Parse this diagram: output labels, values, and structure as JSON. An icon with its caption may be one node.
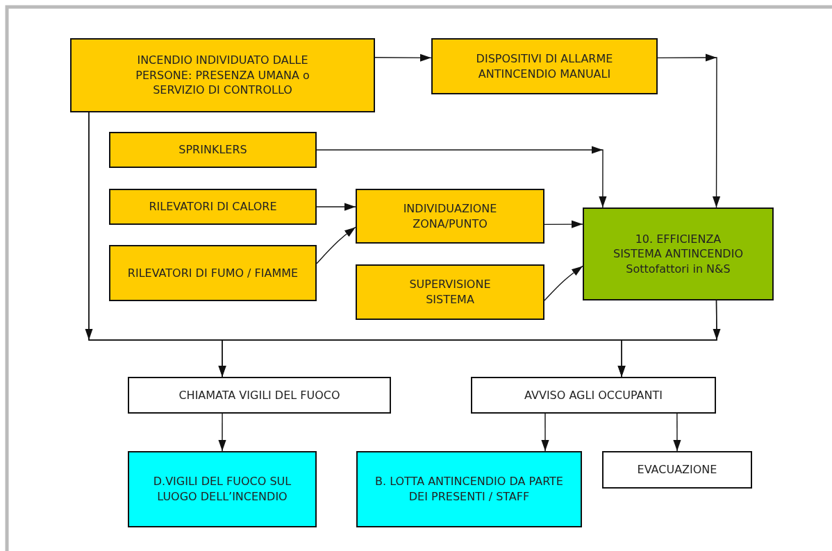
{
  "diagram": {
    "nodes": [
      {
        "text": [
          "INCENDIO INDIVIDUATO DALLE PERSONE: PRESENZA UMANA o SERVIZIO DI CONTROLLO"
        ]
      },
      {
        "text": [
          "DISPOSITIVI DI ALLARME ANTINCENDIO MANUALI"
        ]
      },
      {
        "text": [
          "SPRINKLERS"
        ]
      },
      {
        "text": [
          "RILEVATORI DI CALORE"
        ]
      },
      {
        "text": [
          "RILEVATORI DI FUMO / FIAMME"
        ]
      },
      {
        "text": [
          "INDIVIDUAZIONE ZONA/PUNTO"
        ]
      },
      {
        "text": [
          "SUPERVISIONE SISTEMA"
        ]
      },
      {
        "text": [
          "10. EFFICIENZA SISTEMA ANTINCENDIO Sottofattori in N&S"
        ]
      },
      {
        "text": [
          "CHIAMATA VIGILI DEL FUOCO"
        ]
      },
      {
        "text": [
          "AVVISO AGLI OCCUPANTI"
        ]
      },
      {
        "text": [
          "D.VIGILI DEL FUOCO SUL LUOGO DELL’INCENDIO"
        ]
      },
      {
        "text": [
          "B. LOTTA ANTINCENDIO DA PARTE DEI PRESENTI / STAFF"
        ]
      },
      {
        "text": [
          "EVACUAZIONE"
        ]
      }
    ],
    "edges": [
      {
        "from": 0,
        "to": 1,
        "arrow": "to"
      },
      {
        "from": 1,
        "to": 7,
        "arrow": "to"
      },
      {
        "from": 2,
        "to": 7,
        "arrow": "to"
      },
      {
        "from": 3,
        "to": 5,
        "arrow": "to"
      },
      {
        "from": 4,
        "to": 5,
        "arrow": "to"
      },
      {
        "from": 5,
        "to": 7,
        "arrow": "to"
      },
      {
        "from": 6,
        "to": 7,
        "arrow": "to"
      },
      {
        "from": 0,
        "to": 8,
        "arrow": "to"
      },
      {
        "from": 0,
        "to": 9,
        "arrow": "to"
      },
      {
        "from": 7,
        "to": 8,
        "arrow": "to"
      },
      {
        "from": 7,
        "to": 9,
        "arrow": "to"
      },
      {
        "from": 8,
        "to": 10,
        "arrow": "to"
      },
      {
        "from": 9,
        "to": 11,
        "arrow": "to"
      },
      {
        "from": 9,
        "to": 12,
        "arrow": "to"
      }
    ]
  }
}
